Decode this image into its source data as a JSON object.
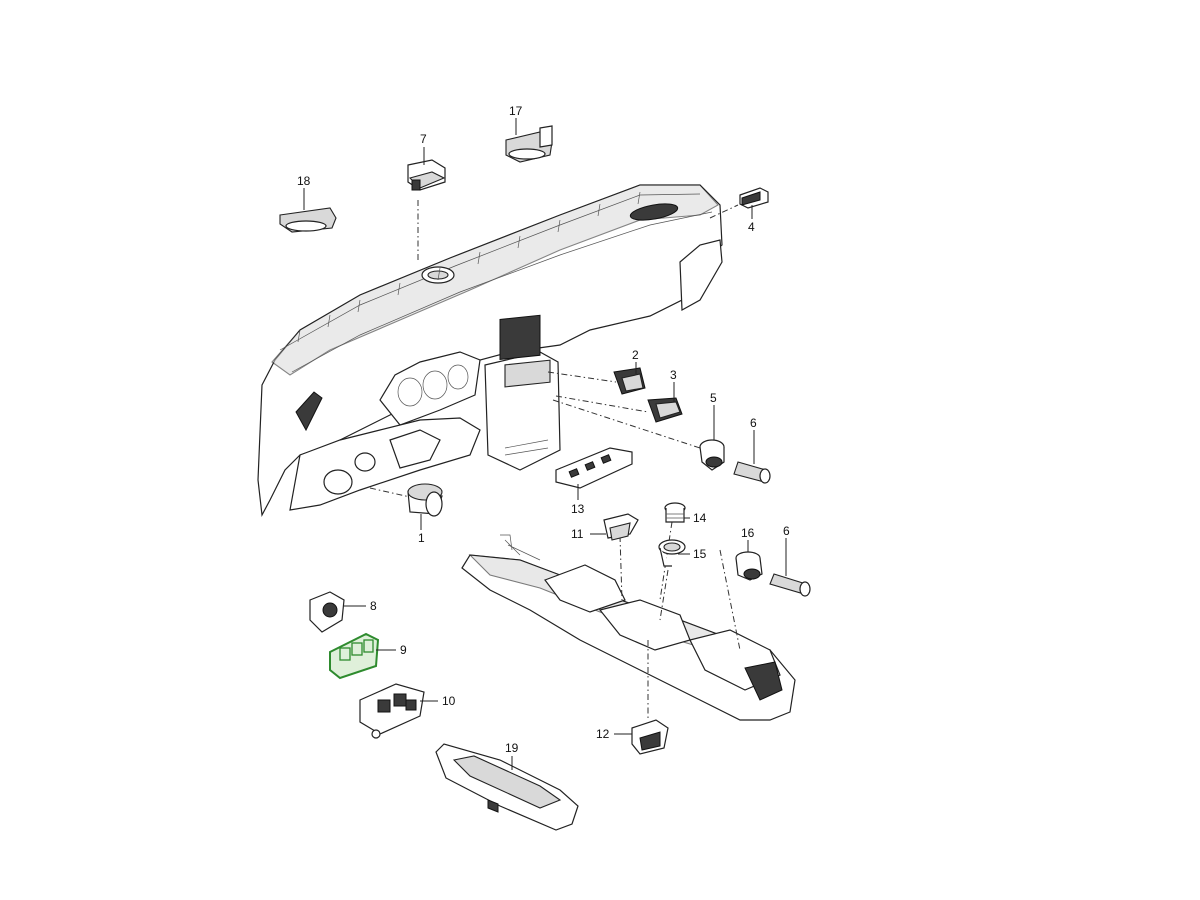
{
  "callouts": [
    {
      "id": "1",
      "label": "1"
    },
    {
      "id": "2",
      "label": "2"
    },
    {
      "id": "3",
      "label": "3"
    },
    {
      "id": "4",
      "label": "4"
    },
    {
      "id": "5",
      "label": "5"
    },
    {
      "id": "6a",
      "label": "6"
    },
    {
      "id": "6b",
      "label": "6"
    },
    {
      "id": "7",
      "label": "7"
    },
    {
      "id": "8",
      "label": "8"
    },
    {
      "id": "9",
      "label": "9"
    },
    {
      "id": "10",
      "label": "10"
    },
    {
      "id": "11",
      "label": "11"
    },
    {
      "id": "12",
      "label": "12"
    },
    {
      "id": "13",
      "label": "13"
    },
    {
      "id": "14",
      "label": "14"
    },
    {
      "id": "15",
      "label": "15"
    },
    {
      "id": "16",
      "label": "16"
    },
    {
      "id": "17",
      "label": "17"
    },
    {
      "id": "18",
      "label": "18"
    },
    {
      "id": "19",
      "label": "19"
    }
  ],
  "highlight": {
    "part": "9",
    "color": "#2e8b2e",
    "fill": "#dff0da"
  },
  "colors": {
    "line": "#222222",
    "shade": "#d9d9d9",
    "background": "#ffffff"
  }
}
